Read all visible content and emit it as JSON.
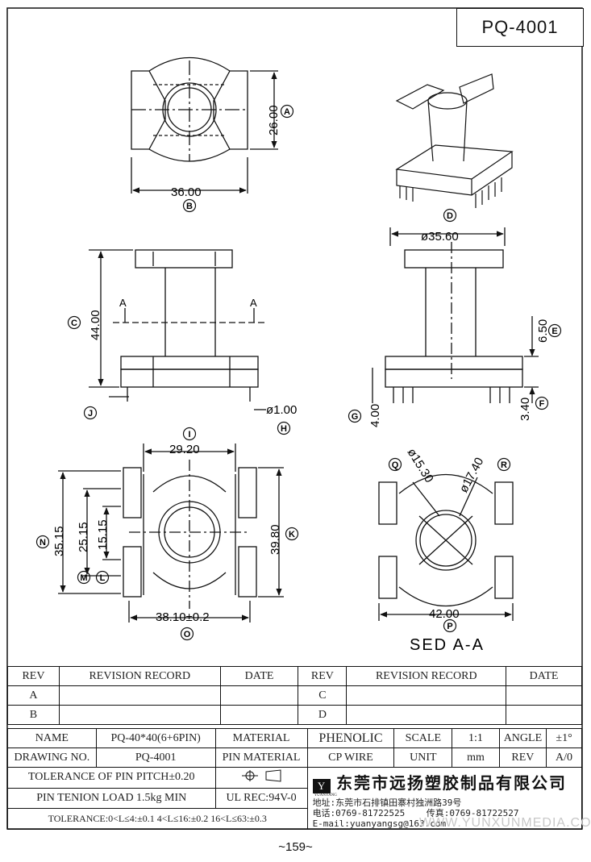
{
  "part_number": "PQ-4001",
  "dims": {
    "top_width": "36.00",
    "top_height": "26.00",
    "front_height": "44.00",
    "pin_dia": "ø1.00",
    "side_width": "ø35.60",
    "side_a": "6.50",
    "side_b": "3.40",
    "side_c": "4.00",
    "bottom_width": "29.20",
    "bottom_pitch_total": "38.10±0.2",
    "bottom_h1": "35.15",
    "bottom_h2": "25.15",
    "bottom_h3": "15.15",
    "bottom_h4": "39.80",
    "sec_d1": "ø15.30",
    "sec_d2": "ø17.40",
    "sec_width": "42.00",
    "section_label": "SED A-A",
    "section_mark": "A"
  },
  "markers": [
    "A",
    "B",
    "C",
    "D",
    "E",
    "F",
    "G",
    "H",
    "I",
    "J",
    "K",
    "L",
    "M",
    "N",
    "O",
    "P",
    "Q",
    "R"
  ],
  "revision": {
    "headers": [
      "REV",
      "REVISION RECORD",
      "DATE",
      "REV",
      "REVISION RECORD",
      "DATE"
    ],
    "rows": [
      [
        "A",
        "",
        "",
        "C",
        "",
        ""
      ],
      [
        "B",
        "",
        "",
        "D",
        "",
        ""
      ]
    ]
  },
  "spec": {
    "name_label": "NAME",
    "name_value": "PQ-40*40(6+6PIN)",
    "material_label": "MATERIAL",
    "material_value": "PHENOLIC",
    "scale_label": "SCALE",
    "scale_value": "1:1",
    "angle_label": "ANGLE",
    "angle_value": "±1°",
    "drawing_label": "DRAWING NO.",
    "drawing_value": "PQ-4001",
    "pin_material_label": "PIN MATERIAL",
    "pin_material_value": "CP WIRE",
    "unit_label": "UNIT",
    "unit_value": "mm",
    "rev_label": "REV",
    "rev_value": "A/0",
    "tolerance_pitch": "TOLERANCE OF PIN PITCH±0.20",
    "pin_load": "PIN TENION LOAD 1.5kg MIN",
    "ul": "UL REC:94V-0",
    "tolerance_general": "TOLERANCE:0<L≤4:±0.1  4<L≤16:±0.2  16<L≤63:±0.3"
  },
  "company": {
    "logo_letter": "Y",
    "logo_text": "YUANYANG",
    "name": "东莞市远扬塑胶制品有限公司",
    "address": "地址:东莞市石排镇田寨村独洲路39号",
    "phone": "电话:0769-81722525",
    "fax": "传真:0769-81722527",
    "email": "E-mail:yuanyangsg@163.com"
  },
  "watermark": "WWW.YUNXUNMEDIA.COM",
  "page_number": "~159~"
}
